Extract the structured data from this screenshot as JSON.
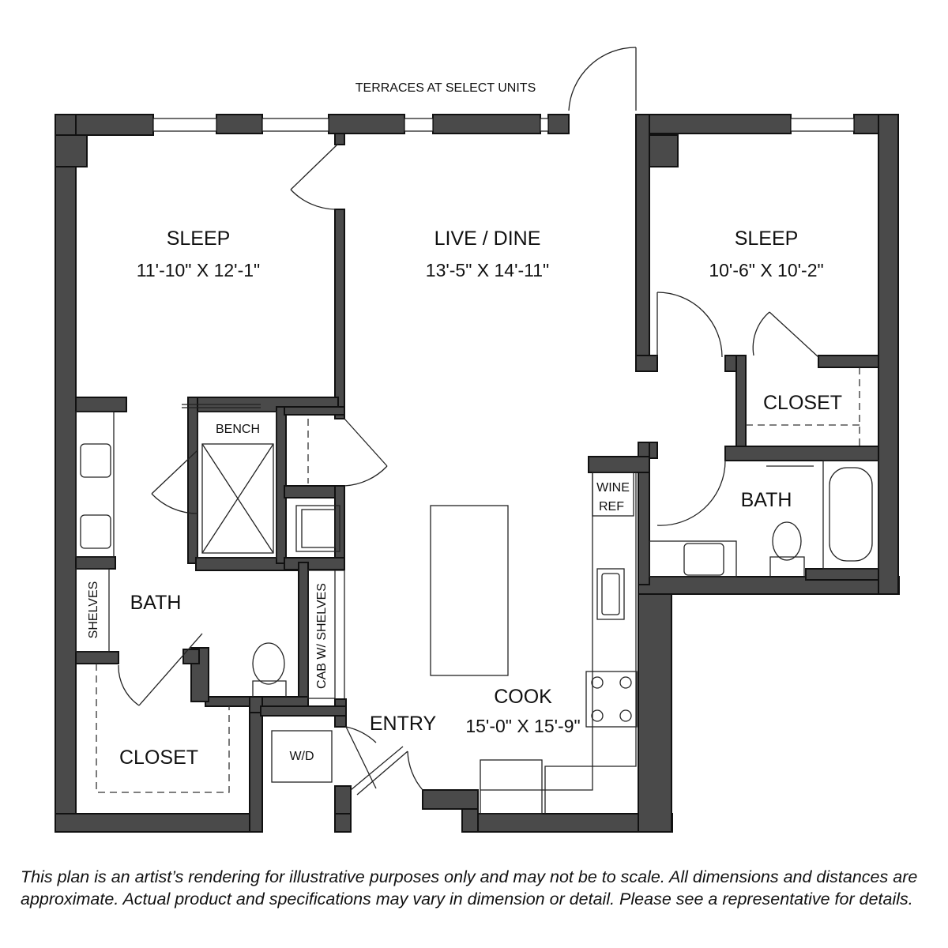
{
  "plan": {
    "terrace_note": "TERRACES AT SELECT UNITS",
    "rooms": {
      "sleep_left": {
        "name": "SLEEP",
        "size": "11'-10\" X 12'-1\""
      },
      "live_dine": {
        "name": "LIVE / DINE",
        "size": "13'-5\" X 14'-11\""
      },
      "sleep_right": {
        "name": "SLEEP",
        "size": "10'-6\" X 10'-2\""
      },
      "closet_right": {
        "name": "CLOSET"
      },
      "bath_right": {
        "name": "BATH"
      },
      "bath_left": {
        "name": "BATH"
      },
      "closet_left": {
        "name": "CLOSET"
      },
      "cook": {
        "name": "COOK",
        "size": "15'-0\" X 15'-9\""
      },
      "entry": {
        "name": "ENTRY"
      }
    },
    "fixtures": {
      "bench": "BENCH",
      "wine_ref_line1": "WINE",
      "wine_ref_line2": "REF",
      "shelves": "SHELVES",
      "cab_shelves": "CAB W/ SHELVES",
      "washer_dryer": "W/D"
    }
  },
  "disclaimer": "This plan is an artist’s rendering for illustrative purposes only and may not be to scale. All dimensions and distances are approximate. Actual product and specifications may vary in dimension or detail. Please see a representative for details.",
  "colors": {
    "wall": "#4a4a4a",
    "line": "#222222",
    "background": "#ffffff"
  }
}
